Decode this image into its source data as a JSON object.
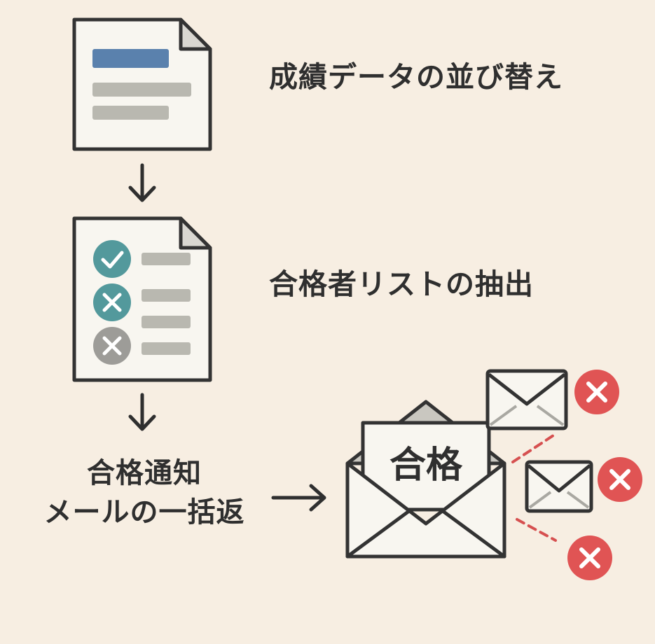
{
  "steps": {
    "sort": "成績データの並び替え",
    "extract": "合格者リストの抽出",
    "mail_line1": "合格通知",
    "mail_line2": "メールの一括返"
  },
  "letter": {
    "text": "合格"
  },
  "icons": {
    "sort": "document-icon",
    "extract": "checklist-icon",
    "pass": "check-circle-icon",
    "fail": "cross-circle-icon",
    "mail": "envelope-icon",
    "arrow": "arrow-icon"
  },
  "colors": {
    "background": "#f7eee2",
    "ink": "#2f2f2f",
    "paper": "#f8f6f0",
    "accent_blue": "#5a81ad",
    "bar_gray": "#b9b8b0",
    "pass_teal": "#53999c",
    "fail_gray": "#9d9c98",
    "reject_red": "#e05454"
  }
}
